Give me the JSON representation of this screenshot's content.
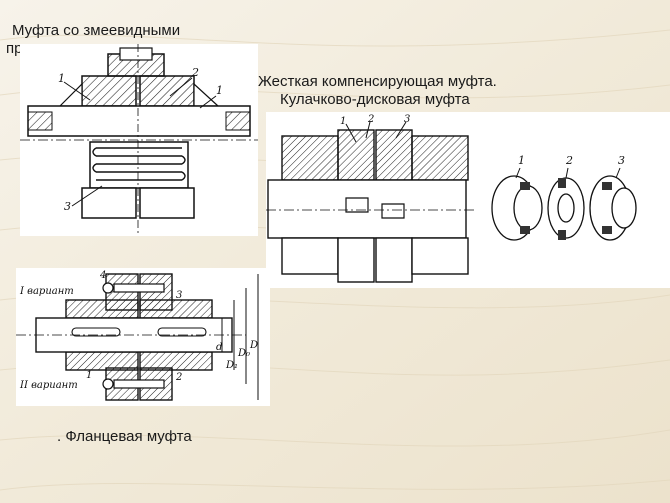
{
  "slide": {
    "spring_coupling": {
      "caption_line1": "Муфта со змеевидными",
      "caption_line2": "пружинами",
      "labels": [
        "1",
        "2",
        "1",
        "3"
      ]
    },
    "rigid_coupling": {
      "caption_line1": "Жесткая компенсирующая муфта.",
      "caption_line2": "Кулачково-дисковая муфта",
      "section_labels": [
        "1",
        "2",
        "3"
      ],
      "parts_labels": [
        "1",
        "2",
        "3"
      ]
    },
    "flange_coupling": {
      "caption": ". Фланцевая муфта",
      "variant1": "I вариант",
      "variant2": "II вариант",
      "labels": [
        "4",
        "3",
        "1",
        "2"
      ],
      "dims": [
        "d",
        "D₁",
        "D₀",
        "D"
      ]
    }
  }
}
